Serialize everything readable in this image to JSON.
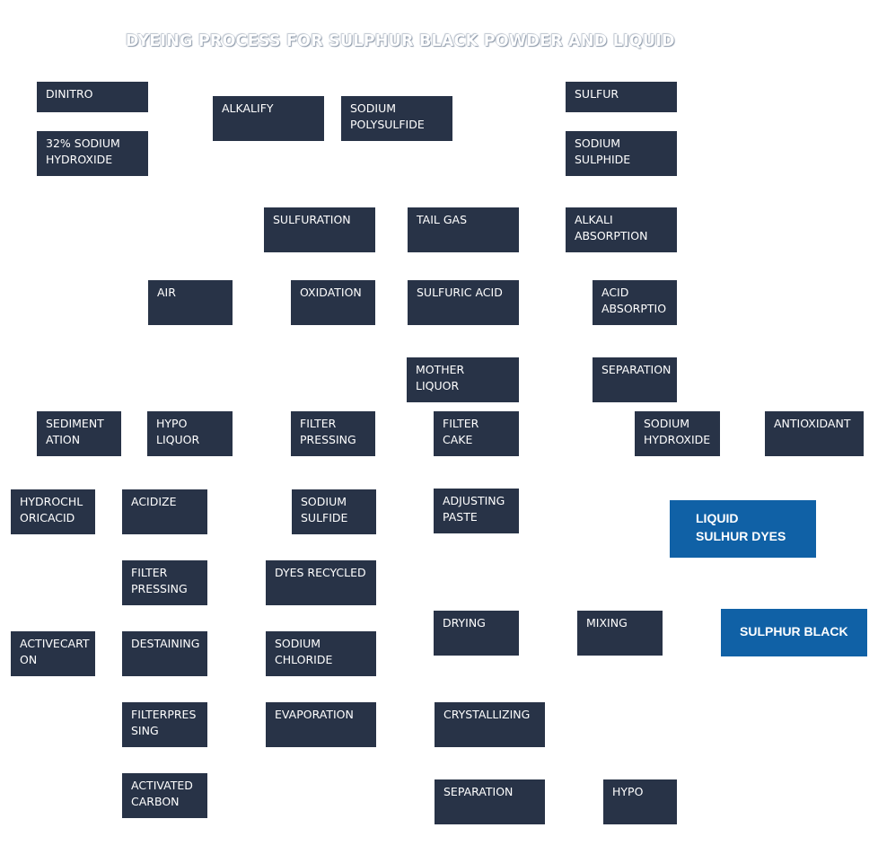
{
  "title": "DYEING PROCESS FOR SULPHUR BLACK POWDER AND LIQUID",
  "colors": {
    "box": "#283347",
    "highlight": "#1061a6",
    "text": "#ffffff",
    "background": "#ffffff"
  },
  "nodes": {
    "dinitro": "DINITRO",
    "sodium_hydroxide_32": "32% SODIUM\nHYDROXIDE",
    "alkalify": "ALKALIFY",
    "sodium_polysulfide": "SODIUM\nPOLYSULFIDE",
    "sulfur": "SULFUR",
    "sodium_sulphide": "SODIUM\nSULPHIDE",
    "sulfuration": "SULFURATION",
    "tail_gas": "TAIL GAS",
    "alkali_absorption": "ALKALI\nABSORPTION",
    "air": "AIR",
    "oxidation": "OXIDATION",
    "sulfuric_acid": "SULFURIC ACID",
    "acid_absorption": "ACID\nABSORPTIO",
    "mother_liquor": "MOTHER\nLIQUOR",
    "separation_1": "SEPARATION",
    "sedimentation": "SEDIMENT\nATION",
    "hypo_liquor": "HYPO\nLIQUOR",
    "filter_pressing_1": "FILTER\nPRESSING",
    "filter_cake": "FILTER\nCAKE",
    "sodium_hydroxide": "SODIUM\nHYDROXIDE",
    "antioxidant": "ANTIOXIDANT",
    "hydrochloricacid": "HYDROCHL\nORICACID",
    "acidize": "ACIDIZE",
    "sodium_sulfide": "SODIUM\nSULFIDE",
    "adjusting_paste": "ADJUSTING\nPASTE",
    "liquid_sulhur_dyes": "LIQUID\nSULHUR DYES",
    "filter_pressing_2": "FILTER\nPRESSING",
    "dyes_recycled": "DYES RECYCLED",
    "activecarton": "ACTIVECART\nON",
    "destaining": "DESTAINING",
    "sodium_chloride": "SODIUM\nCHLORIDE",
    "drying": "DRYING",
    "mixing": "MIXING",
    "sulphur_black": "SULPHUR BLACK",
    "filterpressing": "FILTERPRES\nSING",
    "evaporation": "EVAPORATION",
    "crystallizing": "CRYSTALLIZING",
    "activated_carbon": "ACTIVATED\nCARBON",
    "separation_2": "SEPARATION",
    "hypo": "HYPO"
  }
}
